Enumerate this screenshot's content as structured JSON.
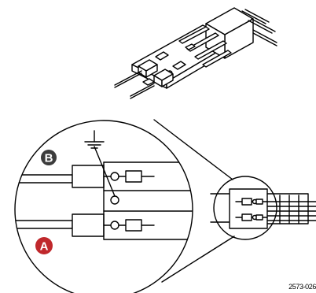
{
  "figure_id": "2573-026",
  "callouts": [
    {
      "letter": "B",
      "color": "#3c3c3c"
    },
    {
      "letter": "A",
      "color": "#c0282c"
    }
  ],
  "symbols": {
    "ground": "ground-symbol-icon"
  }
}
